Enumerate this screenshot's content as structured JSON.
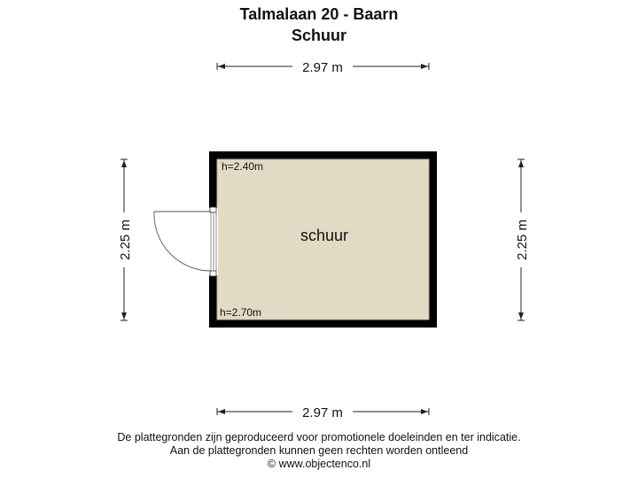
{
  "header": {
    "address": "Talmalaan 20 - Baarn",
    "room_title": "Schuur"
  },
  "plan": {
    "room_name": "schuur",
    "height_top": "h=2.40m",
    "height_bottom": "h=2.70m",
    "floor_color": "#e2dac4",
    "wall_color": "#000000"
  },
  "dimensions": {
    "top_width": "2.97 m",
    "bottom_width": "2.97 m",
    "left_depth": "2.25 m",
    "right_depth": "2.25 m"
  },
  "footer": {
    "line1": "De plattegronden zijn geproduceerd voor promotionele doeleinden en ter indicatie.",
    "line2": "Aan de plattegronden kunnen geen rechten worden ontleend",
    "line3": "© www.objectenco.nl"
  }
}
